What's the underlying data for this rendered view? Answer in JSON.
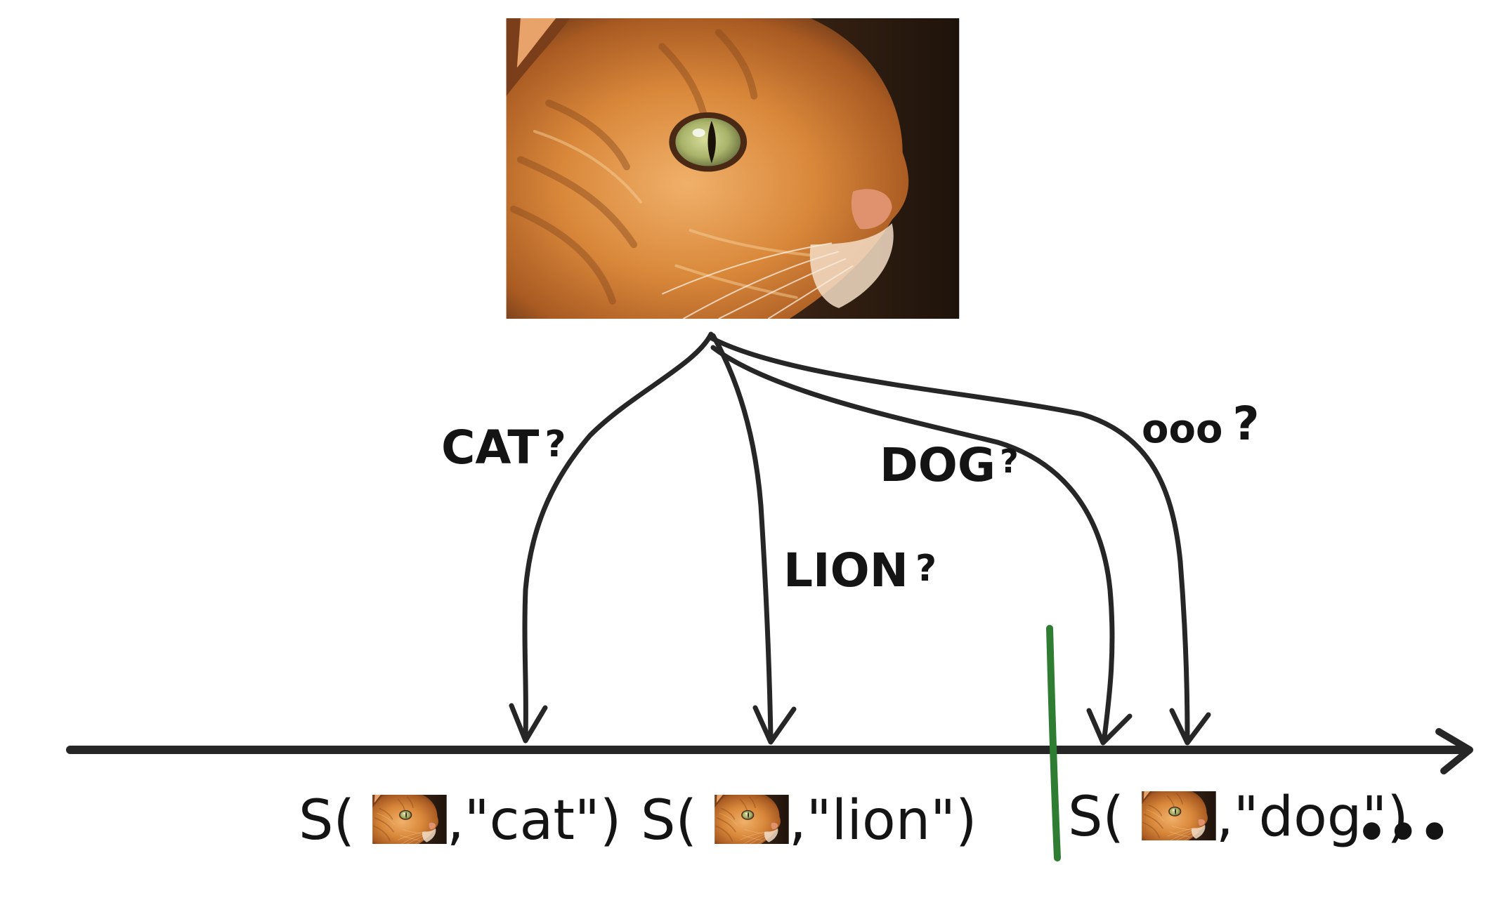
{
  "diagram": {
    "hypotheses": [
      {
        "id": "cat",
        "label": "CAT",
        "mark": "?"
      },
      {
        "id": "lion",
        "label": "LION",
        "mark": "?"
      },
      {
        "id": "dog",
        "label": "DOG",
        "mark": "?"
      },
      {
        "id": "more",
        "label": "ooo",
        "mark": "?"
      }
    ],
    "scores": [
      {
        "id": "cat",
        "fn": "S(",
        "text": ",\"cat\")"
      },
      {
        "id": "lion",
        "fn": "S(",
        "text": ",\"lion\")"
      },
      {
        "id": "dog",
        "fn": "S(",
        "text": ",\"dog\")"
      }
    ],
    "ellipsis": "•••",
    "colors": {
      "ink": "#262626",
      "threshold": "#2e7d32",
      "cat_fur": "#d98a3a",
      "cat_dark": "#3a2417"
    },
    "icons": {
      "main_image": "cat-photo",
      "thumbnail": "cat-photo-thumbnail"
    }
  }
}
